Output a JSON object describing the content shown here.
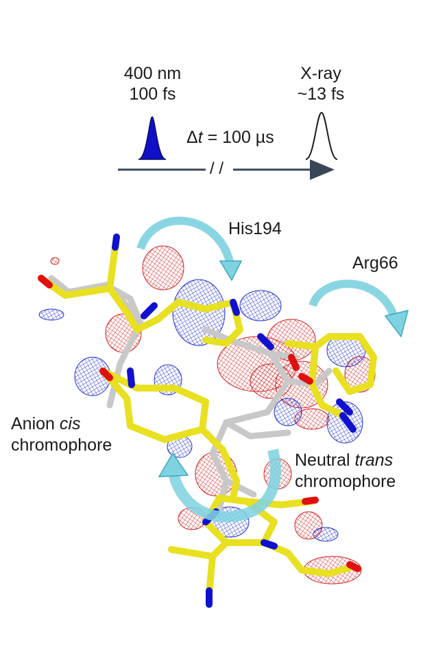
{
  "pump": {
    "wavelength": "400 nm",
    "duration": "100 fs",
    "color": "#1010c8"
  },
  "probe": {
    "name": "X-ray",
    "duration": "~13 fs"
  },
  "delay": {
    "symbol": "Δ",
    "variable": "t",
    "rest": " = 100 µs"
  },
  "timeline": {
    "break_mark": "/ /"
  },
  "residues": {
    "his": "His194",
    "arg": "Arg66"
  },
  "anion": {
    "line1_prefix": "Anion ",
    "line1_italic": "cis",
    "line2": "chromophore"
  },
  "neutral": {
    "line1_prefix": "Neutral ",
    "line1_italic": "trans",
    "line2": "chromophore"
  },
  "colors": {
    "carbon_cis": "#e8e020",
    "carbon_trans": "#c8c8c8",
    "nitrogen": "#1010d0",
    "oxygen": "#e01010",
    "density_positive": "#2030d0",
    "density_negative": "#d02020",
    "arrow": "#7fd3e0"
  }
}
